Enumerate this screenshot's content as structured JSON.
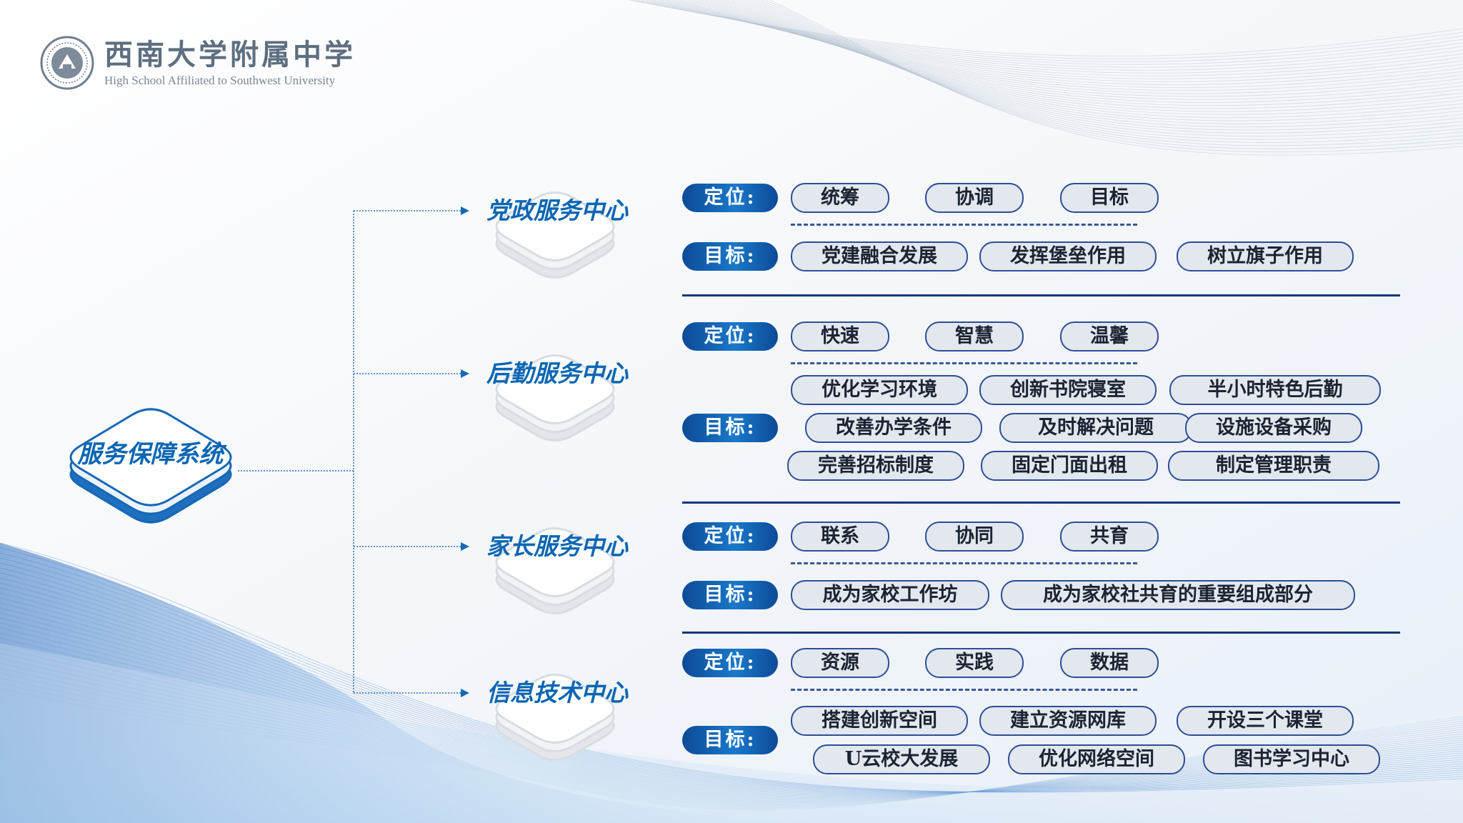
{
  "school": {
    "name_cn": "西南大学附属中学",
    "name_en": "High School Affiliated to Southwest University",
    "seal_icon": "school-seal-icon"
  },
  "root": {
    "label": "服务保障系统"
  },
  "colors": {
    "accent": "#0a66b3",
    "badge": "#0c4a97",
    "pill_border": "#2c4e97",
    "pill_fill": "#e3e8ee"
  },
  "centers": [
    {
      "name": "党政服务中心",
      "positioning_label": "定位:",
      "positioning": [
        "统筹",
        "协调",
        "目标"
      ],
      "goals_label": "目标:",
      "goals": [
        [
          "党建融合发展",
          "发挥堡垒作用",
          "树立旗子作用"
        ]
      ]
    },
    {
      "name": "后勤服务中心",
      "positioning_label": "定位:",
      "positioning": [
        "快速",
        "智慧",
        "温馨"
      ],
      "goals_label": "目标:",
      "goals": [
        [
          "优化学习环境",
          "创新书院寝室",
          "半小时特色后勤"
        ],
        [
          "改善办学条件",
          "及时解决问题",
          "设施设备采购"
        ],
        [
          "完善招标制度",
          "固定门面出租",
          "制定管理职责"
        ]
      ]
    },
    {
      "name": "家长服务中心",
      "positioning_label": "定位:",
      "positioning": [
        "联系",
        "协同",
        "共育"
      ],
      "goals_label": "目标:",
      "goals": [
        [
          "成为家校工作坊",
          "成为家校社共育的重要组成部分"
        ]
      ]
    },
    {
      "name": "信息技术中心",
      "positioning_label": "定位:",
      "positioning": [
        "资源",
        "实践",
        "数据"
      ],
      "goals_label": "目标:",
      "goals": [
        [
          "搭建创新空间",
          "建立资源网库",
          "开设三个课堂"
        ],
        [
          "U云校大发展",
          "优化网络空间",
          "图书学习中心"
        ]
      ]
    }
  ]
}
